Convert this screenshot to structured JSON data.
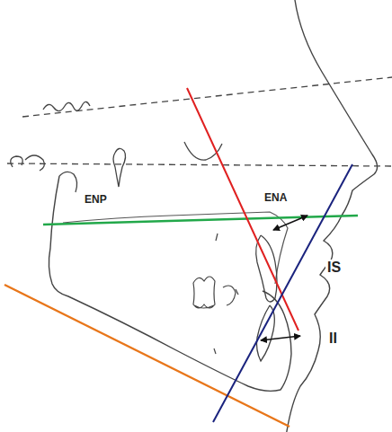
{
  "diagram": {
    "labels": [
      "ENP",
      "ENA",
      "IS",
      "II"
    ]
  }
}
